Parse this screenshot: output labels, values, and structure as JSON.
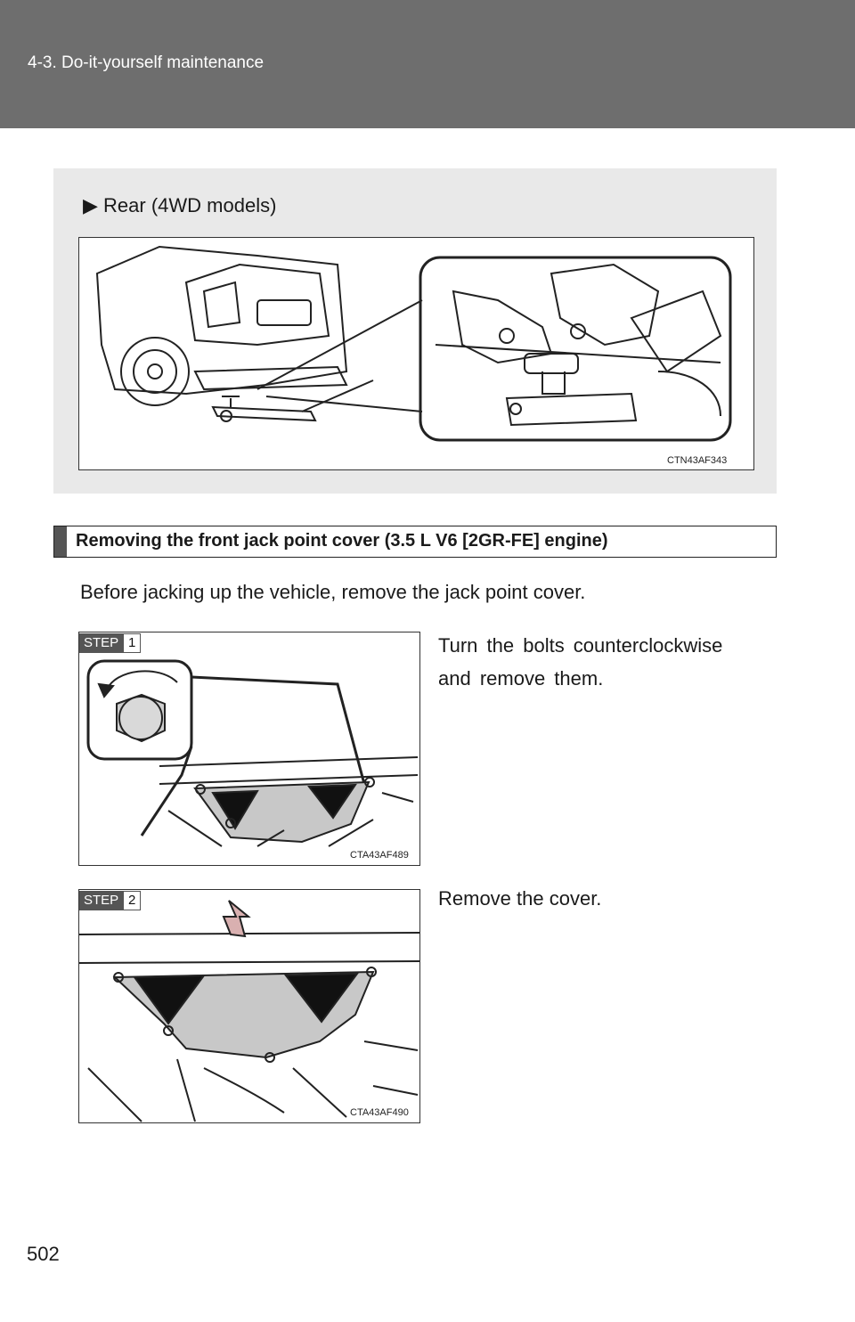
{
  "header": {
    "section": "4-3. Do-it-yourself maintenance"
  },
  "rear_box": {
    "label": "Rear (4WD models)",
    "figure_code": "CTN43AF343"
  },
  "section": {
    "heading": "Removing the front jack point cover (3.5 L V6 [2GR-FE] engine)",
    "intro": "Before jacking up the vehicle, remove the jack point cover."
  },
  "steps": [
    {
      "badge": "STEP",
      "number": "1",
      "text_line1": "Turn the bolts counterclockwise",
      "text_line2": "and remove them.",
      "figure_code": "CTA43AF489"
    },
    {
      "badge": "STEP",
      "number": "2",
      "text": "Remove the cover.",
      "figure_code": "CTA43AF490"
    }
  ],
  "page_number": "502"
}
